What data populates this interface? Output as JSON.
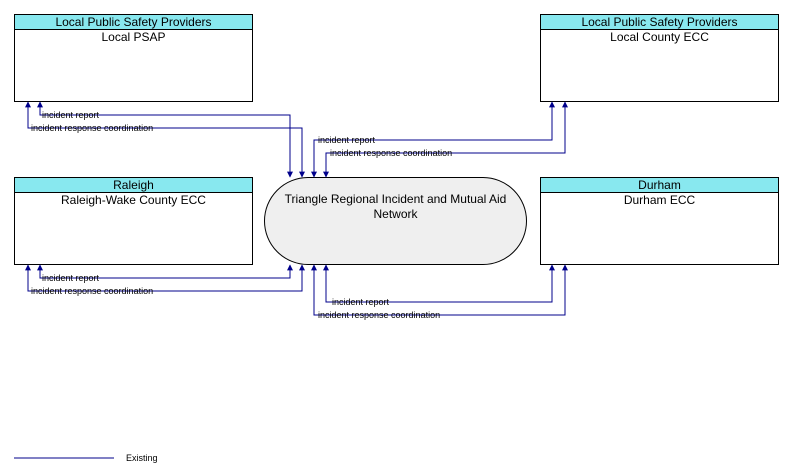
{
  "nodes": {
    "local_psap": {
      "header": "Local Public Safety Providers",
      "title": "Local PSAP"
    },
    "local_county_ecc": {
      "header": "Local Public Safety Providers",
      "title": "Local County ECC"
    },
    "raleigh": {
      "header": "Raleigh",
      "title": "Raleigh-Wake County ECC"
    },
    "durham": {
      "header": "Durham",
      "title": "Durham ECC"
    },
    "hub": {
      "title": "Triangle Regional Incident and Mutual Aid Network"
    }
  },
  "flows": {
    "psap_report": "incident report",
    "psap_coord": "incident response coordination",
    "county_report": "incident report",
    "county_coord": "incident response coordination",
    "raleigh_report": "incident report",
    "raleigh_coord": "incident response coordination",
    "durham_report": "incident report",
    "durham_coord": "incident response coordination"
  },
  "legend": {
    "existing_label": "Existing"
  },
  "colors": {
    "flow_line": "#00008b",
    "header_fill": "#88e8ef",
    "hub_fill": "#efefef"
  }
}
